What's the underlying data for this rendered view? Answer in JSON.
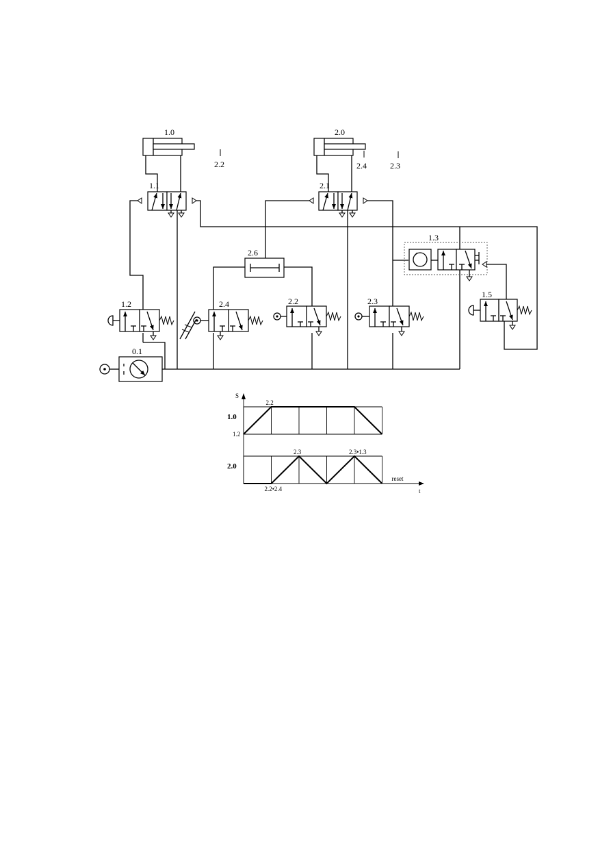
{
  "circuit": {
    "labels": {
      "cyl1": "1.0",
      "cyl2": "2.0",
      "v11": "1.1",
      "v21": "2.1",
      "v12": "1.2",
      "v13": "1.3",
      "v15": "1.5",
      "v24": "2.4",
      "v22": "2.2",
      "v23": "2.3",
      "v26": "2.6",
      "src": "0.1",
      "lim22": "2.2",
      "lim24": "2.4",
      "lim23": "2.3"
    },
    "icons": {
      "cylinder": "double-acting-cylinder-icon",
      "valve": "directional-valve-icon",
      "pushbutton": "push-button-icon",
      "roller": "roller-lever-icon",
      "spring": "spring-icon",
      "exhaust": "exhaust-triangle-icon",
      "gauge": "pressure-gauge-icon",
      "timer": "timer-reservoir-icon",
      "or": "shuttle-valve-icon"
    }
  },
  "chart_data": {
    "type": "line",
    "title": "",
    "xlabel": "t",
    "ylabel": "S",
    "rows": [
      {
        "name": "1.0",
        "start_label": "1.2"
      },
      {
        "name": "2.0",
        "start_label": ""
      }
    ],
    "steps": 5,
    "series": [
      {
        "name": "1.0",
        "x": [
          0,
          1,
          4,
          5
        ],
        "y": [
          0,
          1,
          1,
          0
        ]
      },
      {
        "name": "2.0",
        "x": [
          0,
          1,
          2,
          3,
          4,
          5
        ],
        "y": [
          0,
          0,
          1,
          0,
          1,
          0
        ]
      }
    ],
    "annotations": [
      {
        "text": "2.2",
        "series": 0,
        "step": 1
      },
      {
        "text": "2.3",
        "series": 1,
        "step": 2
      },
      {
        "text": "2.3•1.3",
        "series": 1,
        "step": 4
      },
      {
        "text": "2.2•2.4",
        "series": 1,
        "step": 1,
        "below": true
      },
      {
        "text": "reset",
        "series": 1,
        "step": 5
      }
    ]
  }
}
